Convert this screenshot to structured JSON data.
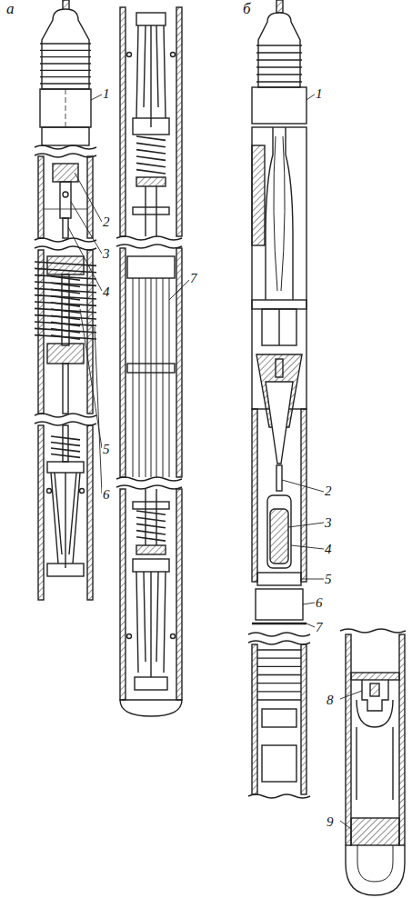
{
  "diagram": {
    "labels": [
      "а",
      "1",
      "2",
      "3",
      "4",
      "5",
      "6",
      "7",
      "б",
      "1",
      "2",
      "3",
      "4",
      "5",
      "6",
      "7",
      "8",
      "9"
    ]
  }
}
